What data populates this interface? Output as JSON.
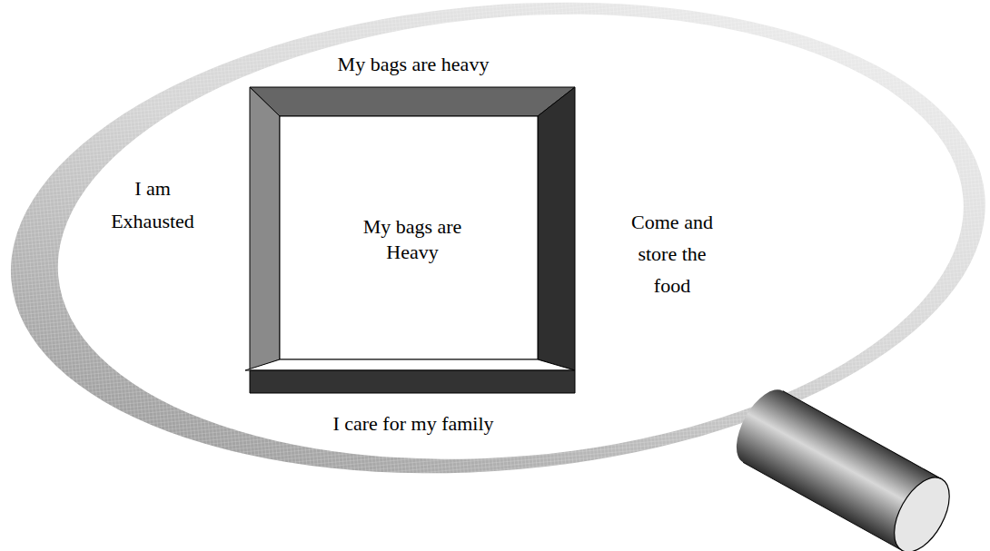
{
  "diagram": {
    "nodes": [
      {
        "text": [
          "My bags are heavy",
          "I am Exhausted",
          "Come and store the food",
          "I care for my family"
        ]
      },
      {
        "text": [
          "My bags are Heavy"
        ],
        "in": 0
      }
    ]
  }
}
